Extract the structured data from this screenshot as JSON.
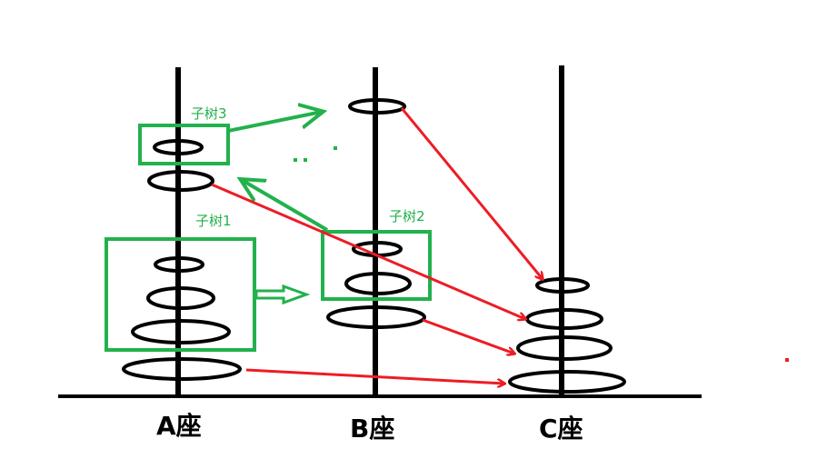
{
  "labels": {
    "pole_a": "A座",
    "pole_b": "B座",
    "pole_c": "C座",
    "subtree_1": "子树1",
    "subtree_2": "子树2",
    "subtree_3": "子树3"
  },
  "colors": {
    "pole": "#000000",
    "disk": "#000000",
    "subtree": "#22b14c",
    "move": "#ed1c24",
    "background": "#ffffff"
  }
}
